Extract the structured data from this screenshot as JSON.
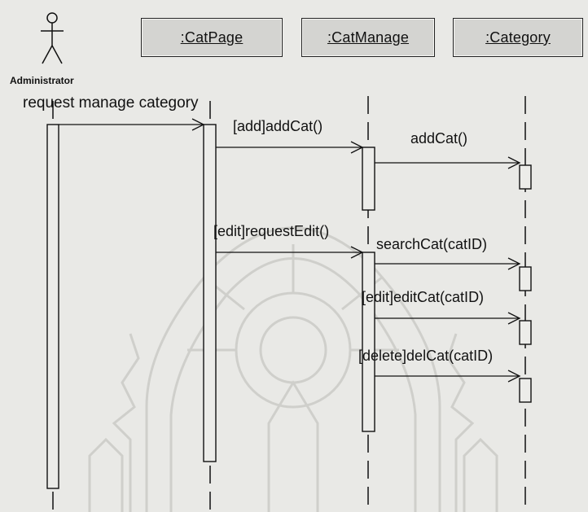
{
  "actor": {
    "name": "Administrator"
  },
  "lifelines": [
    {
      "id": "catpage",
      "label": ":CatPage"
    },
    {
      "id": "catmanage",
      "label": ":CatManage"
    },
    {
      "id": "category",
      "label": ":Category"
    }
  ],
  "messages": {
    "m1": "request manage category",
    "m2": "[add]addCat()",
    "m3": "addCat()",
    "m4": "[edit]requestEdit()",
    "m5": "searchCat(catID)",
    "m6": "[edit]editCat(catID)",
    "m7": "[delete]delCat(catID)"
  }
}
